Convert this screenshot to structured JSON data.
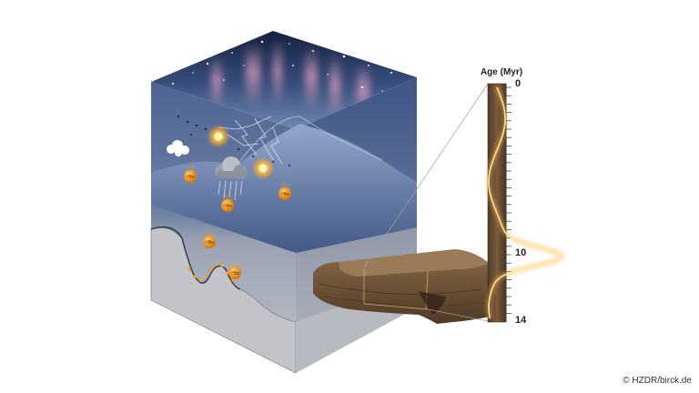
{
  "figure": {
    "axis_title": "Age (Myr)",
    "tick_labels": [
      "0",
      "10",
      "14"
    ],
    "credit": "© HZDR/birck.de",
    "isotope_label": "¹⁰Be",
    "colors": {
      "sky_top": "#15203f",
      "sky_bottom": "#6a82ad",
      "aurora": "#f2a6c6",
      "ice": "#8fa5cc",
      "seafloor": "#b8bcc2",
      "core": "#6b5038",
      "curve": "#f3b23a",
      "glow": "#ffcf55"
    },
    "icons": [
      "beryllium-atom-icon",
      "cloud-icon",
      "lightning-icon",
      "cosmic-ray-icon"
    ]
  }
}
